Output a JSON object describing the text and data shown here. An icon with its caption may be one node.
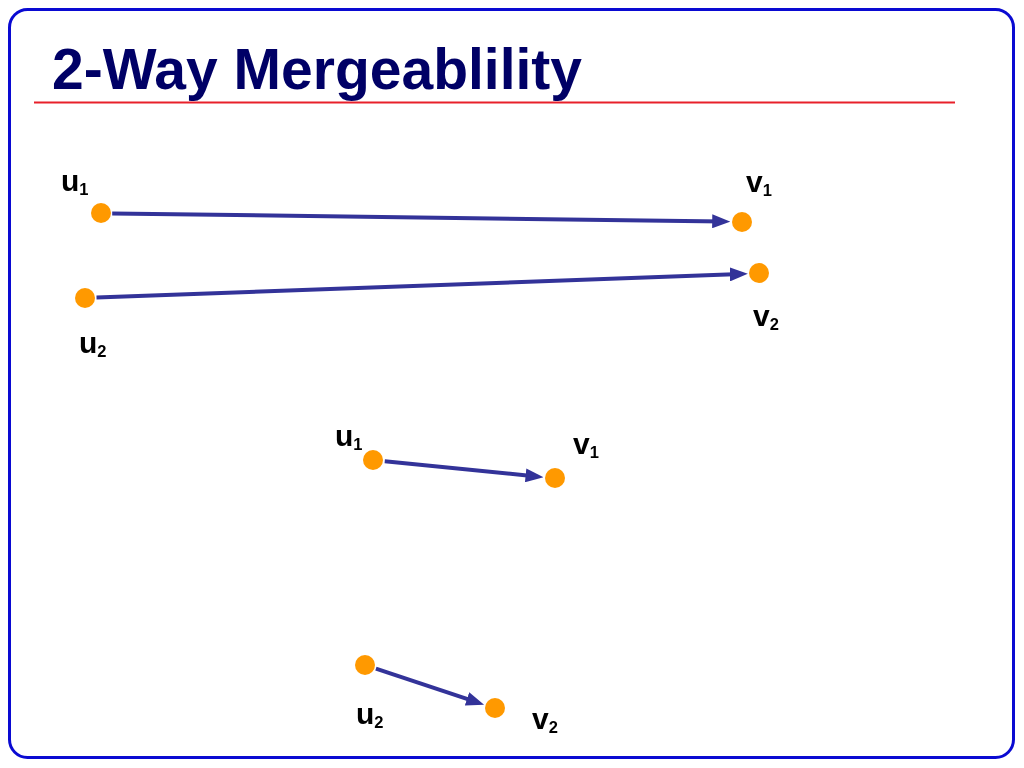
{
  "diagram": {
    "title": "2-Way Mergeablility",
    "nodes": [
      {
        "text": [],
        "shape": "circle",
        "beside": [
          "u$_{1}$"
        ]
      },
      {
        "text": [],
        "shape": "circle",
        "beside": [
          "v$_{1}$"
        ]
      },
      {
        "text": [],
        "shape": "circle",
        "beside": [
          "u$_{2}$"
        ]
      },
      {
        "text": [],
        "shape": "circle",
        "beside": [
          "v$_{2}$"
        ]
      },
      {
        "text": [],
        "shape": "circle",
        "beside": [
          "u$_{1}$"
        ]
      },
      {
        "text": [],
        "shape": "circle",
        "beside": [
          "v$_{1}$"
        ]
      },
      {
        "text": [],
        "shape": "circle",
        "beside": [
          "u$_{2}$"
        ]
      },
      {
        "text": [],
        "shape": "circle",
        "beside": [
          "v$_{2}$"
        ]
      }
    ],
    "edges": [
      {
        "from": 0,
        "to": 1,
        "arrow": "to"
      },
      {
        "from": 2,
        "to": 3,
        "arrow": "to"
      },
      {
        "from": 4,
        "to": 5,
        "arrow": "to"
      },
      {
        "from": 6,
        "to": 7,
        "arrow": "to"
      }
    ]
  }
}
